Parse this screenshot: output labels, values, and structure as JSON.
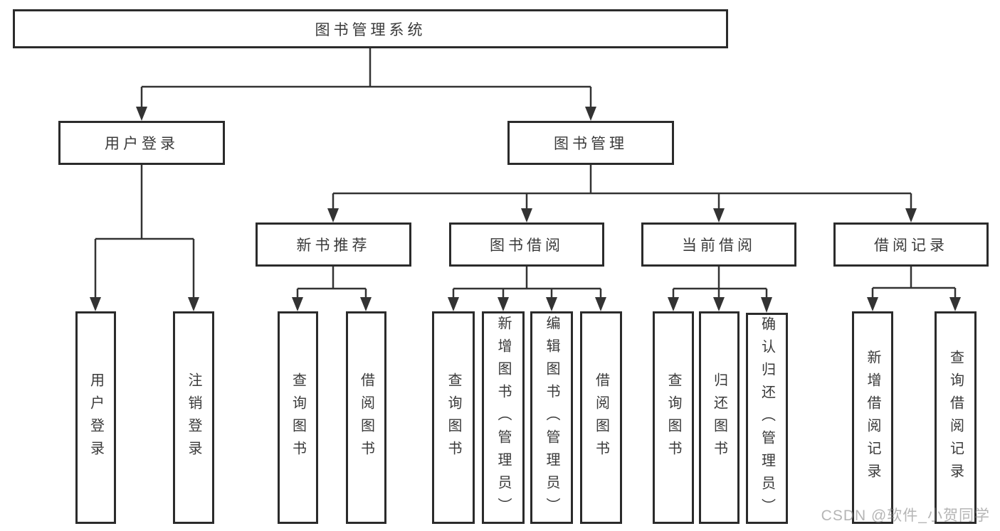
{
  "diagram": {
    "root": {
      "label": "图书管理系统"
    },
    "branches": [
      {
        "label": "用户登录",
        "children": [
          {
            "label": "用户登录"
          },
          {
            "label": "注销登录"
          }
        ]
      },
      {
        "label": "图书管理",
        "children": [
          {
            "label": "新书推荐",
            "children": [
              {
                "label": "查询图书"
              },
              {
                "label": "借阅图书"
              }
            ]
          },
          {
            "label": "图书借阅",
            "children": [
              {
                "label": "查询图书"
              },
              {
                "label": "新增图书（管理员）"
              },
              {
                "label": "编辑图书（管理员）"
              },
              {
                "label": "借阅图书"
              }
            ]
          },
          {
            "label": "当前借阅",
            "children": [
              {
                "label": "查询图书"
              },
              {
                "label": "归还图书"
              },
              {
                "label": "确认归还（管理员）"
              }
            ]
          },
          {
            "label": "借阅记录",
            "children": [
              {
                "label": "新增借阅记录"
              },
              {
                "label": "查询借阅记录"
              }
            ]
          }
        ]
      }
    ]
  },
  "watermark": {
    "text": "CSDN @软件_小贺同学"
  },
  "colors": {
    "line": "#333333",
    "box_border": "#2b2b2b",
    "box_fill": "#ffffff",
    "text": "#3a3a3a",
    "watermark": "#878787"
  }
}
